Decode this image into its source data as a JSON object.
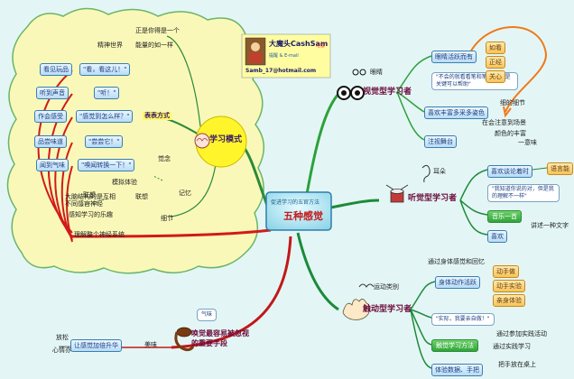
{
  "central": {
    "subtitle": "促进学习的五官方法",
    "title": "五种感觉"
  },
  "author": {
    "name": "大魔头CashSam",
    "badge": "地雷",
    "sub": "提醒 & E-mail",
    "email": "Samb_17@hotmail.com"
  },
  "learning_mode": {
    "title": "学习模式",
    "top_notes": [
      "正是你得是一个",
      "能量的如一样"
    ],
    "left_note": "精神世界",
    "expression": "表表方式",
    "phrases": [
      {
        "left": "看见玩品",
        "right": "\"看，看这儿！\""
      },
      {
        "left": "听到声音",
        "right": "\"听！\""
      },
      {
        "left": "作会感受",
        "right": "\"感觉到怎么样？\""
      },
      {
        "left": "品尝味道",
        "right": "\"尝尝它！\""
      },
      {
        "left": "闻到气味",
        "right": "\"嗅闻转换一下！\""
      }
    ],
    "notes": [
      "觉念",
      "联想",
      "模拟体验",
      "联想",
      "不同感官神经",
      "细节"
    ],
    "bottom_notes": [
      "感知学习的乐趣",
      "大脑结构的是互相",
      "理解整个神经系统"
    ],
    "right_note": "记忆"
  },
  "visual": {
    "title": "视觉型学习者",
    "icon_label": "眼睛",
    "items": [
      "眼睛活跃而有",
      "喜欢丰富多采多姿色",
      "注视舞台"
    ],
    "quote": "\"不会的就看看笔和笔记 那个是关键可以帮助\"",
    "tags": [
      "如看",
      "正经",
      "关心"
    ],
    "notes": [
      "颜色的丰富",
      "细的细节",
      "一意味"
    ],
    "extra": "在会注意到场景"
  },
  "auditory": {
    "title": "听觉型学习者",
    "icon_label": "耳朵",
    "items": [
      "喜欢谈论着时",
      "音乐一首",
      "喜欢"
    ],
    "quote": "\"我知道你说的对，但是我的理解不一样\"",
    "tag": "语言能",
    "note": "讲述一种文字"
  },
  "kinesthetic": {
    "title": "触动型学习者",
    "icon_label": "运动类别",
    "items": [
      "身体动作活跃",
      "触觉学习方法"
    ],
    "top_note": "通过身体感觉和回忆",
    "quote": "\"实际，我要亲自做！\"",
    "tags": [
      "动手做",
      "动手实验",
      "亲身体验"
    ],
    "notes": [
      "通过参加实践活动",
      "通过实践学习",
      "把手放在桌上"
    ],
    "bottom": "体验数据、手把"
  },
  "conclusion": {
    "title": "唤觉最容易被忽视的重要手段",
    "tag": "气味",
    "note": "美味",
    "left_item": "让感觉加倍升华",
    "left_tags": [
      "放松",
      "心情亦"
    ]
  }
}
